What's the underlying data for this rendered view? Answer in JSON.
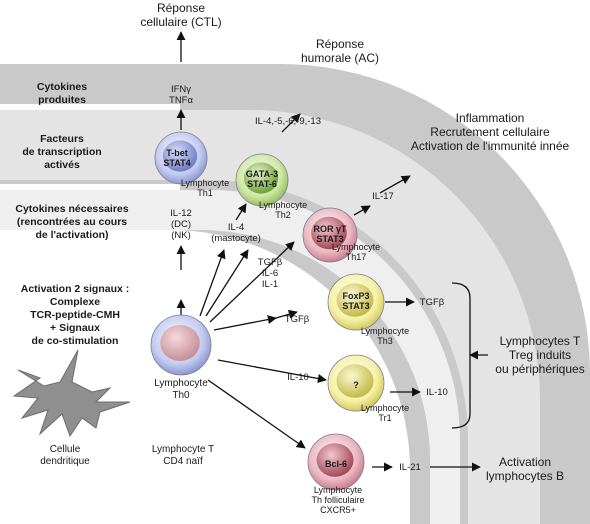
{
  "outputs": {
    "ctl": [
      "Réponse",
      "cellulaire (CTL)"
    ],
    "humoral": [
      "Réponse",
      "humorale (AC)"
    ],
    "inflammation": [
      "Inflammation",
      "Recrutement cellulaire",
      "Activation de l'immunité innée"
    ],
    "treg": [
      "Lymphocytes T",
      "Treg induits",
      "ou périphériques"
    ],
    "bcell": [
      "Activation",
      "lymphocytes B"
    ]
  },
  "band_labels": {
    "cytokines_produced": [
      "Cytokines",
      "produites"
    ],
    "transcription_factors": [
      "Facteurs",
      "de transcription",
      "activés"
    ],
    "cytokines_needed": [
      "Cytokines nécessaires",
      "(rencontrées au cours",
      "de l'activation)"
    ]
  },
  "activation_text": [
    "Activation 2 signaux :",
    "Complexe",
    "TCR-peptide-CMH",
    "+ Signaux",
    "de co-stimulation"
  ],
  "cells": {
    "th0": {
      "label": [
        "Lymphocyte",
        "Th0"
      ]
    },
    "th1": {
      "inner": [
        "T-bet",
        "STAT4"
      ],
      "label": [
        "Lymphocyte",
        "Th1"
      ]
    },
    "th2": {
      "inner": [
        "GATA-3",
        "STAT-6"
      ],
      "label": [
        "Lymphocyte",
        "Th2"
      ]
    },
    "th17": {
      "inner": [
        "ROR γT",
        "STAT3"
      ],
      "label": [
        "Lymphocyte",
        "Th17"
      ]
    },
    "th3": {
      "inner": [
        "FoxP3",
        "STAT3"
      ],
      "label": [
        "Lymphocyte",
        "Th3"
      ]
    },
    "tr1": {
      "inner": [
        "?"
      ],
      "label": [
        "Lymphocyte",
        "Tr1"
      ]
    },
    "tfh": {
      "inner": [
        "Bcl-6"
      ],
      "label": [
        "Lymphocyte",
        "Th folliculaire",
        "CXCR5+"
      ]
    }
  },
  "bottom_labels": {
    "dendritic": [
      "Cellule",
      "dendritique"
    ],
    "naive": [
      "Lymphocyte T",
      "CD4 naïf"
    ]
  },
  "cytokines": {
    "th1_out": [
      "IFNγ",
      "TNFα"
    ],
    "th1_in": [
      "IL-12",
      "(DC)",
      "(NK)"
    ],
    "th2_out": [
      "IL-4,-5,-6,-9,-13"
    ],
    "th2_in": [
      "IL-4",
      "(mastocyte)"
    ],
    "th17_out": [
      "IL-17"
    ],
    "th17_in": [
      "TGFβ",
      "IL-6",
      "IL-1"
    ],
    "th3_in": [
      "TGFβ"
    ],
    "th3_out": [
      "TGFβ"
    ],
    "tr1_in": [
      "IL-10"
    ],
    "tr1_out": [
      "IL-10"
    ],
    "tfh_out": [
      "IL-21"
    ]
  },
  "colors": {
    "band_outer": "#c9c9c9",
    "band_mid": "#e3e3e3",
    "band_inner": "#eeeeee",
    "th0": "#b7bfe8",
    "th1": "#b7bfe8",
    "th2": "#c7e09a",
    "th17": "#e3a9b4",
    "th3": "#f2ee9a",
    "tr1": "#f2ee9a",
    "tfh": "#e3a9b4",
    "dendritic": "#8c8c8c"
  }
}
